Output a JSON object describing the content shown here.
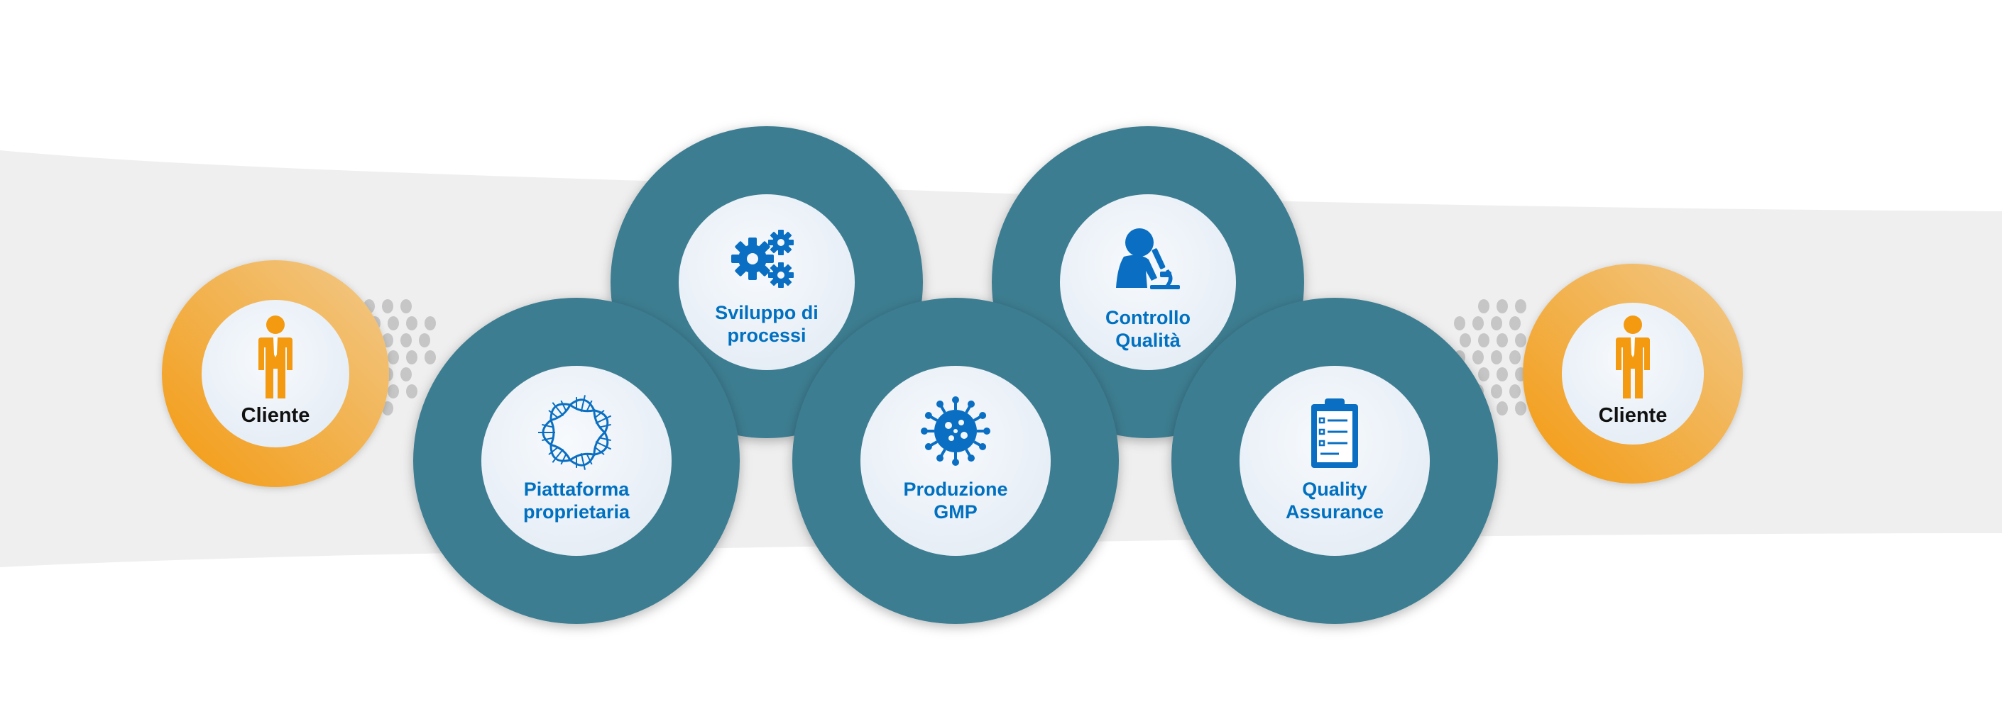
{
  "colors": {
    "teal": "#3d7d91",
    "blue": "#0a6fc2",
    "label_blue": "#0070c0",
    "orange_dark": "#f39c12",
    "orange_light": "#f4c57f",
    "band": "#efefef",
    "dots": "#c8c8c8"
  },
  "client_left": {
    "label": "Cliente",
    "icon": "person-icon"
  },
  "client_right": {
    "label": "Cliente",
    "icon": "person-icon"
  },
  "steps": [
    {
      "line1": "Piattaforma",
      "line2": "proprietaria",
      "icon": "dna-ring-icon"
    },
    {
      "line1": "Sviluppo di",
      "line2": "processi",
      "icon": "gears-icon"
    },
    {
      "line1": "Produzione",
      "line2": "GMP",
      "icon": "virus-icon"
    },
    {
      "line1": "Controllo",
      "line2": "Qualità",
      "icon": "scientist-microscope-icon"
    },
    {
      "line1": "Quality",
      "line2": "Assurance",
      "icon": "clipboard-checklist-icon"
    }
  ]
}
